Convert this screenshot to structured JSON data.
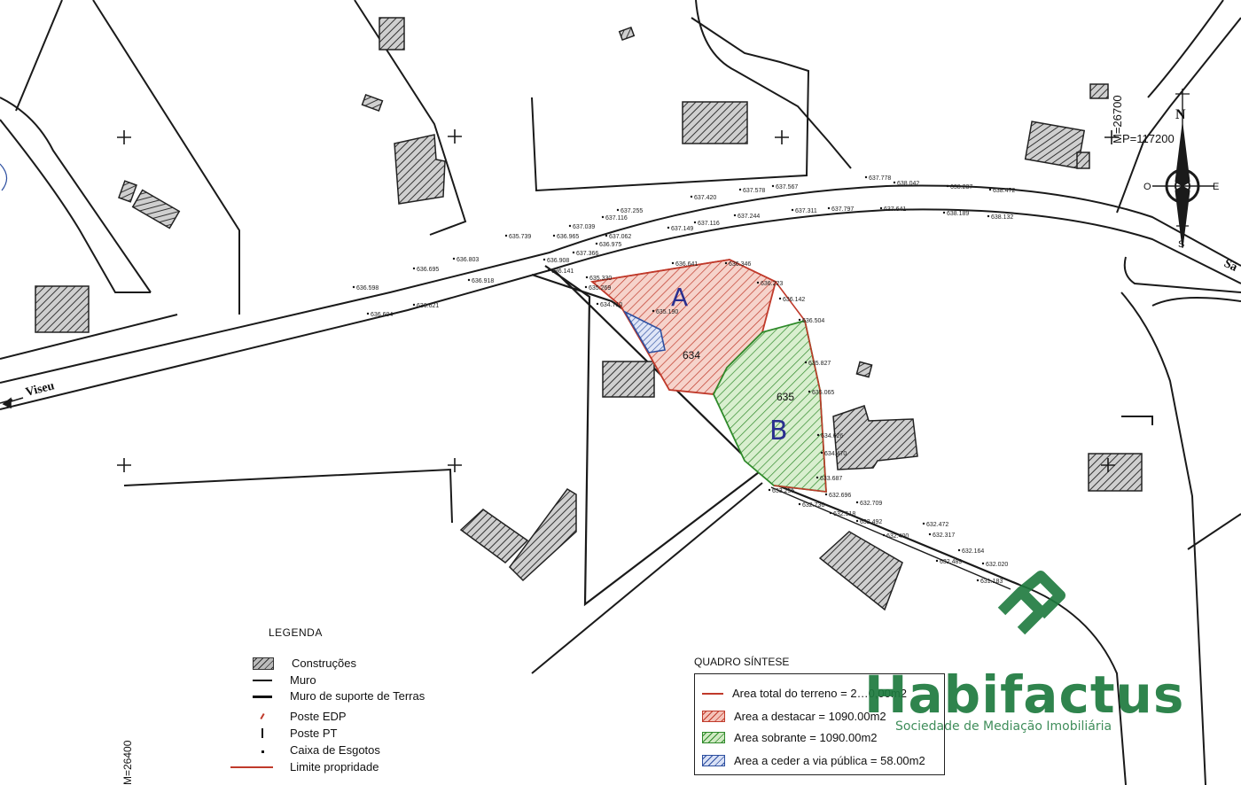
{
  "map": {
    "road_label_left": "Viseu",
    "road_label_right": "Sã",
    "grid_label_vertical_top": "M=26700",
    "grid_label_horizontal": "P=117200",
    "grid_label_vertical_bottom": "M=26400",
    "parcel_labels": {
      "a": "A",
      "b": "B"
    },
    "contour_labels": [
      "634",
      "635"
    ],
    "compass": {
      "north": "N",
      "south": "S",
      "east": "E",
      "west": "O"
    },
    "colors": {
      "property_limit": "#c03a2b",
      "area_destacar": "#c03a2b",
      "area_sobrante": "#2f8a2a",
      "area_ceder": "#2d4fa0",
      "parcel_letter": "#2a2f8f",
      "linework": "#1a1a1a"
    },
    "elevations": [
      "637.778",
      "637.420",
      "637.578",
      "637.567",
      "638.042",
      "638.237",
      "638.472",
      "637.255",
      "637.116",
      "637.244",
      "637.311",
      "637.797",
      "637.641",
      "638.189",
      "638.132",
      "635.739",
      "636.965",
      "637.039",
      "637.062",
      "637.149",
      "637.116",
      "637.366",
      "636.975",
      "636.695",
      "636.803",
      "636.908",
      "636.141",
      "636.598",
      "636.918",
      "636.621",
      "636.604",
      "635.330",
      "635.269",
      "634.710",
      "636.641",
      "636.346",
      "636.223",
      "636.142",
      "636.504",
      "635.190",
      "635.827",
      "635.065",
      "634.626",
      "634.470",
      "633.687",
      "632.696",
      "633.255",
      "632.709",
      "632.736",
      "632.518",
      "632.492",
      "632.472",
      "632.400",
      "632.317",
      "632.164",
      "632.489",
      "632.020",
      "631.183"
    ]
  },
  "legend": {
    "title": "LEGENDA",
    "items": [
      {
        "symbol": "building-hatch",
        "label": "Construções"
      },
      {
        "symbol": "wall-line",
        "label": "Muro"
      },
      {
        "symbol": "retaining-wall-line",
        "label": "Muro de suporte de Terras"
      },
      {
        "symbol": "edp-pole",
        "label": "Poste EDP"
      },
      {
        "symbol": "pt-pole",
        "label": "Poste PT"
      },
      {
        "symbol": "sewer-box",
        "label": "Caixa de Esgotos"
      },
      {
        "symbol": "property-limit-line",
        "label": "Limite propridade"
      }
    ]
  },
  "quadro": {
    "title": "QUADRO SÍNTESE",
    "rows": [
      {
        "symbol": "red-line",
        "label": "Area total do terreno = 2…0,00m2"
      },
      {
        "symbol": "red-hatch",
        "label": "Area a destacar = 1090.00m2"
      },
      {
        "symbol": "green-hatch",
        "label": "Area sobrante = 1090.00m2"
      },
      {
        "symbol": "blue-hatch",
        "label": "Area a ceder a via pública = 58.00m2"
      }
    ]
  },
  "watermark": {
    "brand": "Habifactus",
    "tagline": "Sociedade de Mediação Imobiliária",
    "color": "#1e7a3e"
  }
}
